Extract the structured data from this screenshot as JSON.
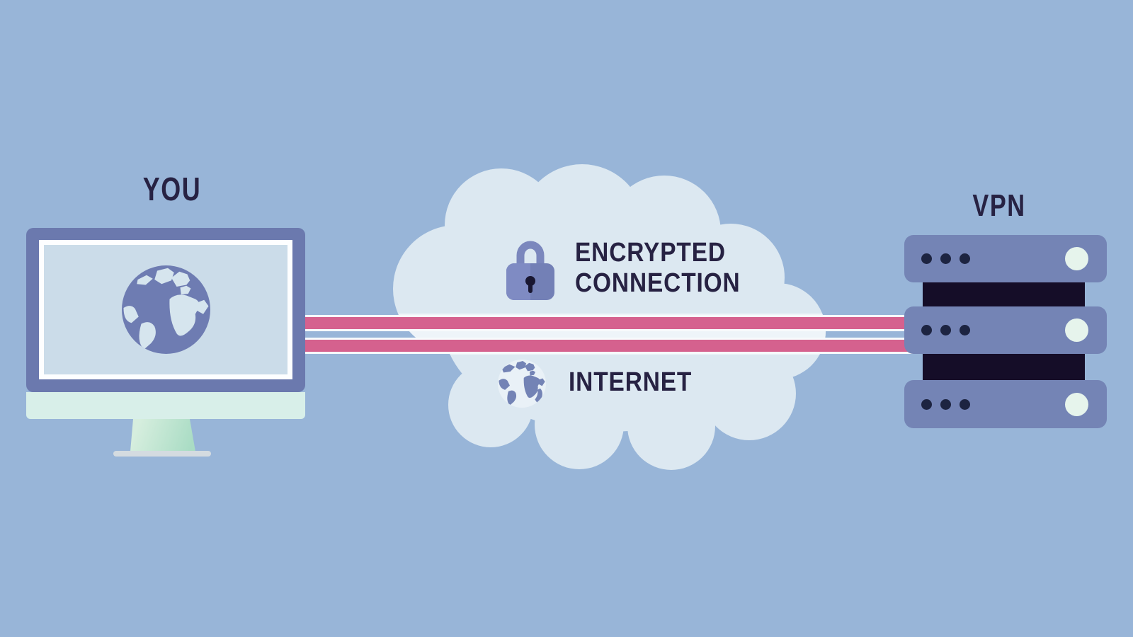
{
  "labels": {
    "you": "YOU",
    "vpn": "VPN",
    "encrypted_line1": "ENCRYPTED",
    "encrypted_line2": "CONNECTION",
    "internet": "INTERNET"
  },
  "icons": {
    "lock": "padlock-icon",
    "screen_globe": "globe-icon",
    "internet_globe": "globe-icon",
    "cloud": "cloud-shape"
  },
  "palette": {
    "background": "#98b5d8",
    "cloud": "#dce8f1",
    "cloud_band": "#eef4f9",
    "pink": "#d5618e",
    "stripe_edge": "#f7fafc",
    "text": "#272243",
    "monitor_frame": "#6b79ae",
    "screen_bezel": "#fdfeff",
    "screen": "#cbdce9",
    "chin": "#d8efe9",
    "stand_light": "#d6eede",
    "stand_dark": "#a9dcc4",
    "base": "#d4dbe0",
    "server_tray": "#7484b5",
    "server_dark": "#150d28",
    "server_dot": "#1d2441",
    "server_circle": "#e6f4ec",
    "globe_ocean": "#6e7cb2",
    "globe_land": "#d6e5ee",
    "inet_base": "#e9f1f7",
    "inet_land": "#7383b5",
    "lock_shackle": "#7b87bd",
    "lock_light": "#7f8bc3",
    "lock_dark": "#7380b6",
    "keyhole": "#191731"
  }
}
